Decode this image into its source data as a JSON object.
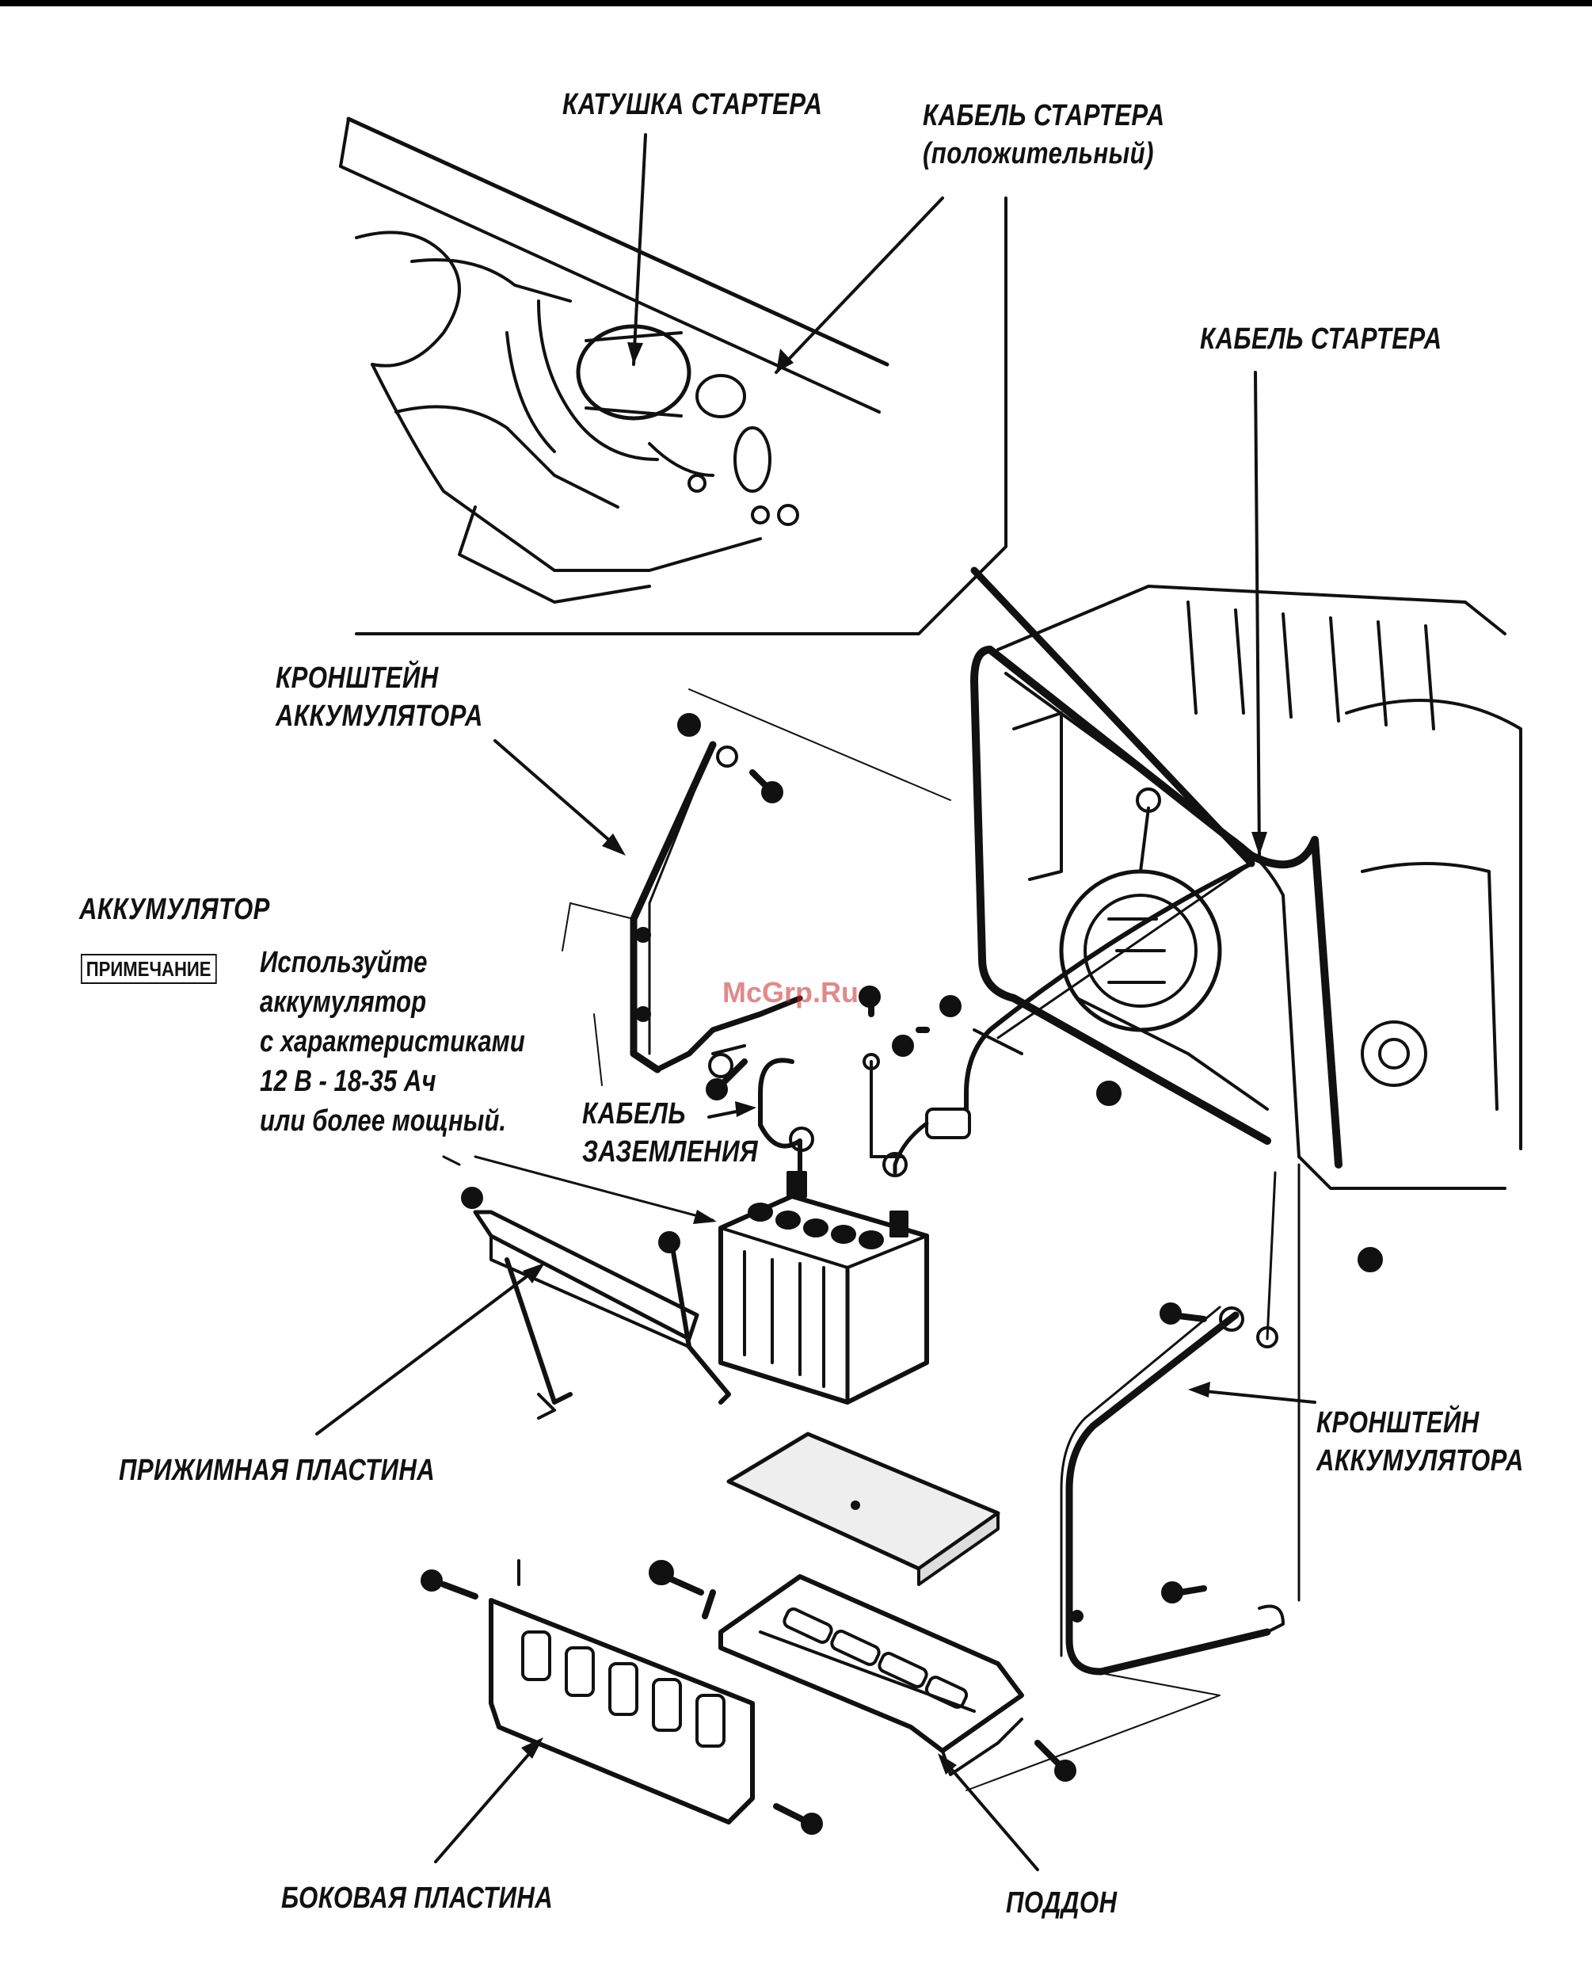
{
  "labels": {
    "starter_coil": "КАТУШКА СТАРТЕРА",
    "starter_cable_positive_line1": "КАБЕЛЬ СТАРТЕРА",
    "starter_cable_positive_line2": "(положительный)",
    "starter_cable": "КАБЕЛЬ СТАРТЕРА",
    "battery_bracket_top_line1": "КРОНШТЕЙН",
    "battery_bracket_top_line2": "АККУМУЛЯТОРА",
    "battery": "АККУМУЛЯТОР",
    "ground_cable_line1": "КАБЕЛЬ",
    "ground_cable_line2": "ЗАЗЕМЛЕНИЯ",
    "clamp_plate": "ПРИЖИМНАЯ ПЛАСТИНА",
    "battery_bracket_right_line1": "КРОНШТЕЙН",
    "battery_bracket_right_line2": "АККУМУЛЯТОРА",
    "side_plate": "БОКОВАЯ ПЛАСТИНА",
    "tray": "ПОДДОН"
  },
  "note": {
    "badge": "ПРИМЕЧАНИЕ",
    "lines": [
      "Используйте",
      "аккумулятор",
      "с характеристиками",
      "12 В - 18-35 Ач",
      "или более мощный."
    ]
  },
  "watermark": "McGrp.Ru",
  "colors": {
    "ink": "#111111",
    "background": "#ffffff",
    "watermark": "#c82828"
  }
}
